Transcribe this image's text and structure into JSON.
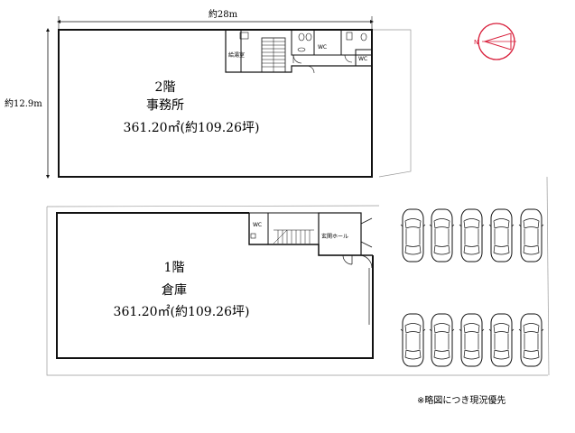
{
  "dimensions": {
    "width_label": "約28m",
    "height_label": "約12.9m"
  },
  "floor2": {
    "floor_label": "2階",
    "use_label": "事務所",
    "area_label": "361.20㎡(約109.26坪)",
    "room_kyutoshitsu": "給湯室",
    "wc_label_1": "WC",
    "wc_label_2": "WC"
  },
  "floor1": {
    "floor_label": "1階",
    "use_label": "倉庫",
    "area_label": "361.20㎡(約109.26坪)",
    "wc_label": "WC",
    "entrance_label": "玄関ホール"
  },
  "compass_letter": "N",
  "note": "※略図につき現況優先",
  "colors": {
    "compass": "#d81e3a",
    "line": "#111111"
  }
}
